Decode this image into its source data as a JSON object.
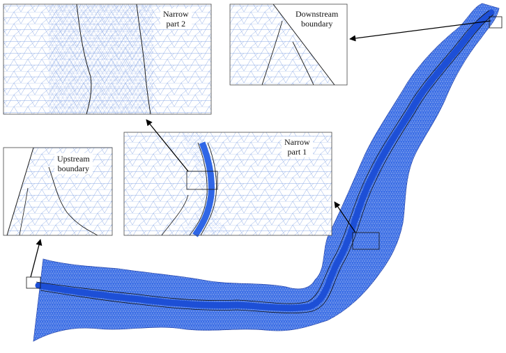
{
  "figure": {
    "colors": {
      "mesh_line": "#7a9ce0",
      "mesh_fill": "#2f66e6",
      "mesh_dense": "#1e4fd0",
      "boundary_line": "#1a1a1a",
      "frame": "#444444",
      "arrow": "#000000"
    },
    "insets": [
      {
        "id": "narrow-part-2",
        "label_lines": [
          "Narrow",
          "part 2"
        ]
      },
      {
        "id": "downstream-boundary",
        "label_lines": [
          "Downstream",
          "boundary"
        ]
      },
      {
        "id": "narrow-part-1",
        "label_lines": [
          "Narrow",
          "part 1"
        ]
      },
      {
        "id": "upstream-boundary",
        "label_lines": [
          "Upstream",
          "boundary"
        ]
      }
    ]
  }
}
